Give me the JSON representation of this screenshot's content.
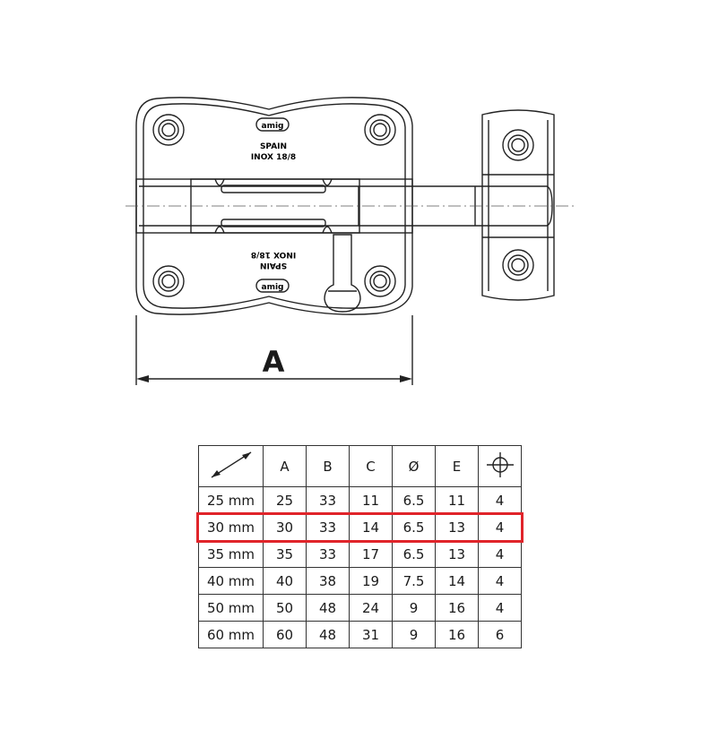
{
  "drawing": {
    "dimension_label": "A",
    "plate_text_line1": "SPAIN",
    "plate_text_line2": "INOX 18/8",
    "logo_text": "amig"
  },
  "table": {
    "headers": [
      "",
      "A",
      "B",
      "C",
      "Ø",
      "E",
      ""
    ],
    "header_icons": [
      "diagonal-arrow-icon",
      "",
      "",
      "",
      "",
      "",
      "screw-crosshair-icon"
    ],
    "rows": [
      [
        "25 mm",
        "25",
        "33",
        "11",
        "6.5",
        "11",
        "4"
      ],
      [
        "30 mm",
        "30",
        "33",
        "14",
        "6.5",
        "13",
        "4"
      ],
      [
        "35 mm",
        "35",
        "33",
        "17",
        "6.5",
        "13",
        "4"
      ],
      [
        "40 mm",
        "40",
        "38",
        "19",
        "7.5",
        "14",
        "4"
      ],
      [
        "50 mm",
        "50",
        "48",
        "24",
        "9",
        "16",
        "4"
      ],
      [
        "60 mm",
        "60",
        "48",
        "31",
        "9",
        "16",
        "6"
      ]
    ],
    "highlighted_row": 1,
    "highlight_color": "#e0242a"
  }
}
